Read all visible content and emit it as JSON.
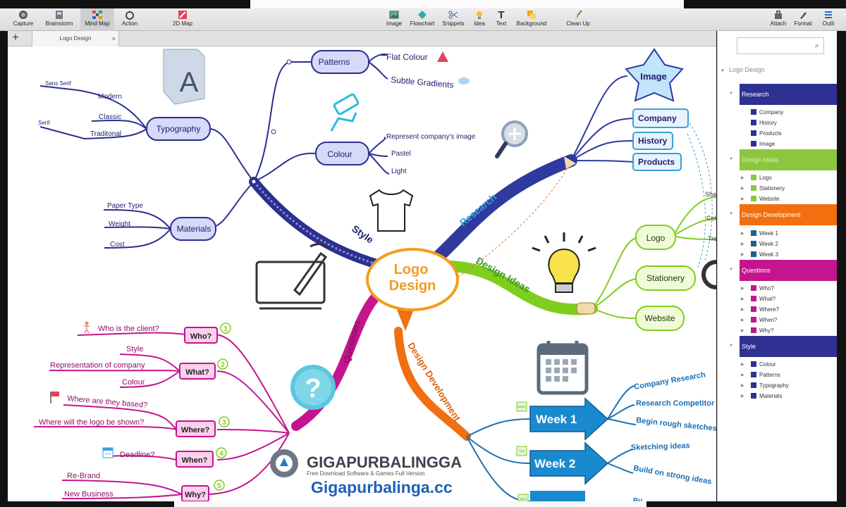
{
  "toolbar": {
    "capture": "Capture",
    "brainstorm": "Brainstorm",
    "mindmap": "Mind Map",
    "action": "Action",
    "map2d": "2D Map",
    "image": "Image",
    "flowchart": "Flowchart",
    "snippets": "Snippets",
    "idea": "Idea",
    "text": "Text",
    "background": "Background",
    "cleanup": "Clean Up",
    "attach": "Attach",
    "format": "Format",
    "outline": "Outli"
  },
  "tab": {
    "title": "Logo Design",
    "add": "+",
    "close": "×"
  },
  "center": {
    "line1": "Logo",
    "line2": "Design"
  },
  "branches": {
    "style": "Style",
    "research": "Research",
    "design_ideas": "Design Ideas",
    "questions": "Questions",
    "design_dev": "Design Development"
  },
  "style": {
    "typography": "Typography",
    "patterns": "Patterns",
    "colour": "Colour",
    "materials": "Materials",
    "sans_serif": "Sans Serif",
    "modern": "Modern",
    "classic": "Classic",
    "serif": "Serif",
    "traditional": "Traditonal",
    "flat": "Flat Colour",
    "subtle": "Subtle Gradients",
    "represent": "Represent company's image",
    "pastel": "Pastel",
    "light": "Light",
    "paper": "Paper Type",
    "weight": "Weight",
    "cost": "Cost"
  },
  "research": {
    "image": "Image",
    "company": "Company",
    "history": "History",
    "products": "Products"
  },
  "ideas": {
    "logo": "Logo",
    "stationery": "Stationery",
    "website": "Website",
    "sha": "Sha",
    "col": "Col",
    "tre": "Tre"
  },
  "questions": {
    "who": "Who?",
    "what": "What?",
    "where": "Where?",
    "when": "When?",
    "why": "Why?",
    "who_client": "Who is the client?",
    "q_style": "Style",
    "rep_company": "Representation of company",
    "q_colour": "Colour",
    "where_based": "Where are they based?",
    "where_shown": "Where will the logo be shown?",
    "deadline": "Deadline?",
    "rebrand": "Re-Brand",
    "new_business": "New Business",
    "n1": "1",
    "n2": "2",
    "n3": "3",
    "n4": "4",
    "n5": "5",
    "cal_a": "APR",
    "cal_b": "2014"
  },
  "dev": {
    "week1": "Week 1",
    "week2": "Week 2",
    "company_research": "Company Research",
    "research_comp": "Research Competitor",
    "begin_rough": "Begin rough sketches",
    "sketching": "Sketching ideas",
    "build_strong": "Build on strong ideas",
    "c1": "WEEK",
    "c2": "TUE",
    "c3": "WED",
    "b1": "Bu"
  },
  "watermark": {
    "brand": "GIGAPURBALINGGA",
    "tagline": "Free Download Software & Games Full Version",
    "url": "Gigapurbalinga.cc"
  },
  "sidebar": {
    "search_placeholder": "",
    "root": "Logo  Design",
    "research": "Research",
    "research_items": [
      "Company",
      "History",
      "Products",
      "Image"
    ],
    "design_ideas": "Design Ideas",
    "ideas_items": [
      "Logo",
      "Stationery",
      "Website"
    ],
    "design_dev": "Design Development",
    "dev_items": [
      "Week 1",
      "Week 2",
      "Week 3"
    ],
    "questions": "Questions",
    "q_items": [
      "Who?",
      "What?",
      "Where?",
      "When?",
      "Why?"
    ],
    "style": "Style",
    "style_items": [
      "Colour",
      "Patterns",
      "Typography",
      "Materials"
    ]
  },
  "colors": {
    "style": "#2b2f8f",
    "research": "#2e3a9e",
    "ideas": "#7fce1d",
    "dev": "#f06f10",
    "questions": "#c4158f",
    "week": "#1a8ad0",
    "node_fill": "#d6d9f8"
  }
}
